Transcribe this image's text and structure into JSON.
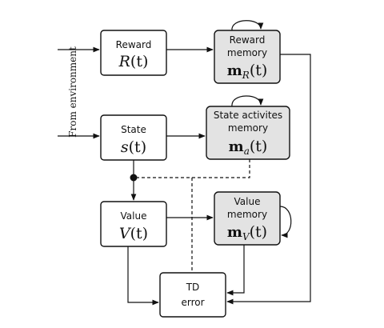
{
  "side_label": "From environment",
  "reward": {
    "label": "Reward",
    "symbol": "R",
    "arg": "(t)"
  },
  "state": {
    "label": "State",
    "symbol": "s",
    "arg": "(t)"
  },
  "value": {
    "label": "Value",
    "symbol": "V",
    "arg": "(t)"
  },
  "reward_memory": {
    "line1": "Reward",
    "line2": "memory",
    "symbol": "m",
    "sub": "R",
    "arg": "(t)"
  },
  "state_memory": {
    "line1": "State activites",
    "line2": "memory",
    "symbol": "m",
    "sub": "a",
    "arg": "(t)"
  },
  "value_memory": {
    "line1": "Value",
    "line2": "memory",
    "symbol": "m",
    "sub": "V",
    "arg": "(t)"
  },
  "td": {
    "line1": "TD",
    "line2": "error"
  }
}
